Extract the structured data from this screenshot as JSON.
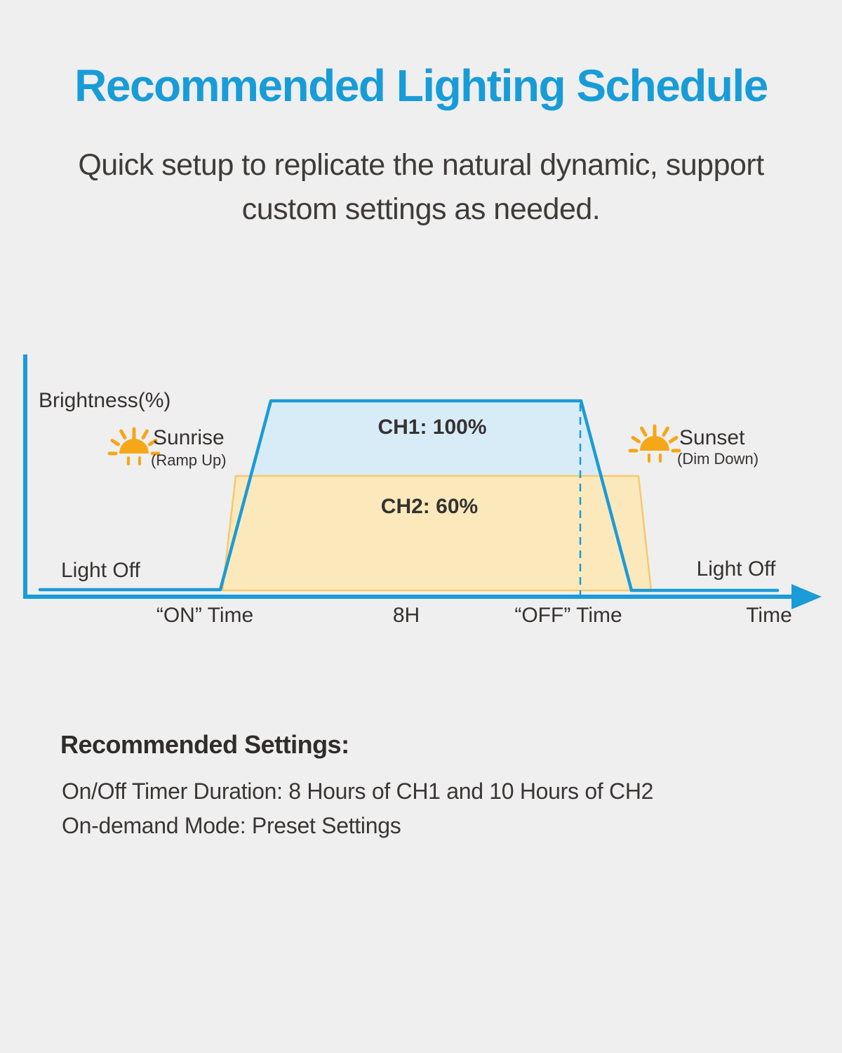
{
  "header": {
    "title": "Recommended Lighting Schedule",
    "subtitle_line1": "Quick setup to replicate the natural dynamic, support",
    "subtitle_line2": "custom settings as needed."
  },
  "chart": {
    "y_axis_label": "Brightness(%)",
    "sunrise_label": "Sunrise",
    "sunrise_sublabel": "(Ramp Up)",
    "sunset_label": "Sunset",
    "sunset_sublabel": "(Dim Down)",
    "ch1_label": "CH1: 100%",
    "ch2_label": "CH2: 60%",
    "light_off_left": "Light Off",
    "light_off_right": "Light Off",
    "x_tick_on": "“ON” Time",
    "x_tick_8h": "8H",
    "x_tick_off": "“OFF” Time",
    "x_axis_label": "Time"
  },
  "settings": {
    "heading": "Recommended Settings:",
    "line1": "On/Off Timer Duration: 8 Hours of CH1 and 10 Hours of CH2",
    "line2": "On-demand Mode: Preset Settings"
  },
  "colors": {
    "accent_blue": "#189cd8",
    "line_blue": "#1b9bd7",
    "ch1_fill": "#d8ecf8",
    "ch2_fill": "#fbe9bc",
    "ch2_stroke": "#f7c96b",
    "sun_orange": "#f5a717",
    "text_dark": "#353230",
    "background": "#efeff0"
  },
  "chart_data": {
    "type": "area",
    "title": "Recommended Lighting Schedule",
    "xlabel": "Time",
    "ylabel": "Brightness(%)",
    "x_ticks": [
      "“ON” Time",
      "8H",
      "“OFF” Time",
      "Time"
    ],
    "series": [
      {
        "name": "CH1",
        "brightness_pct": 100,
        "on_duration_hours": 8,
        "label": "CH1: 100%"
      },
      {
        "name": "CH2",
        "brightness_pct": 60,
        "on_duration_hours": 10,
        "label": "CH2: 60%"
      }
    ],
    "annotations": [
      {
        "text": "Sunrise (Ramp Up)",
        "position": "left of ramp-up slope"
      },
      {
        "text": "Sunset (Dim Down)",
        "position": "right of dim-down slope"
      },
      {
        "text": "Light Off",
        "position": "baseline before “ON” Time"
      },
      {
        "text": "Light Off",
        "position": "baseline after “OFF” Time"
      },
      {
        "text": "dashed vertical guide at “OFF” Time"
      }
    ],
    "shape": "Both channels ramp up at “ON” Time, hold an 8H plateau (CH1 at 100%, CH2 at 60%), and dim down around “OFF” Time; brightness is 0 (Light Off) before and after."
  }
}
